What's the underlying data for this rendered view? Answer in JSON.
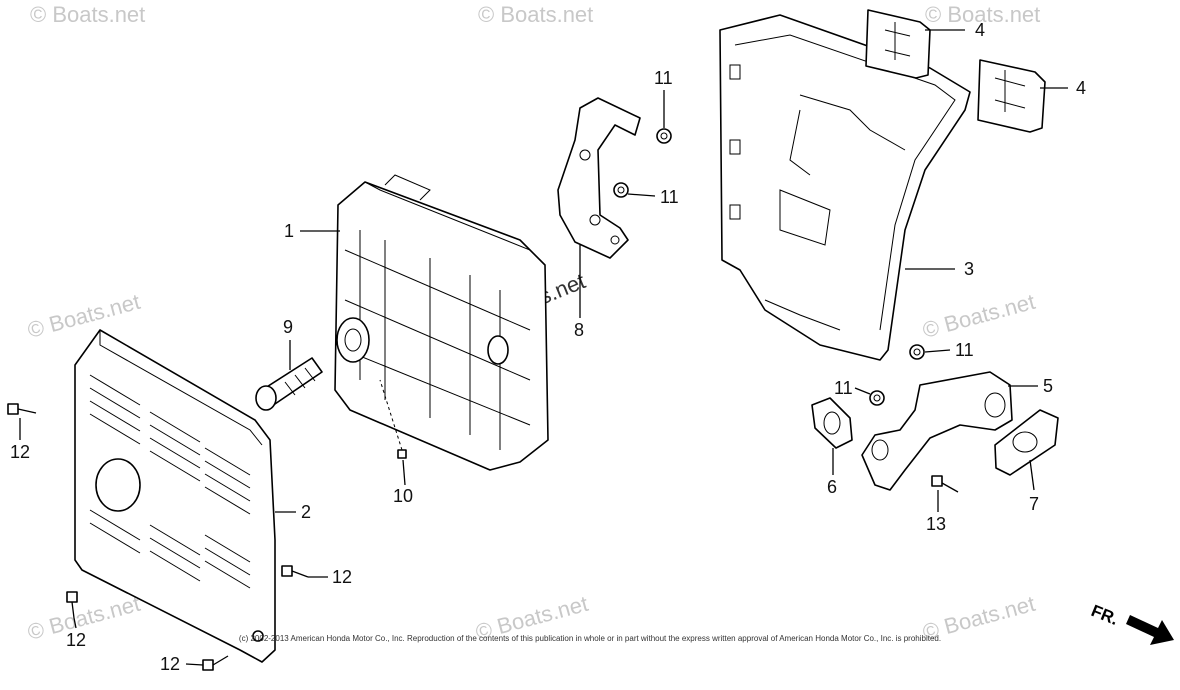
{
  "watermark": "© Boats.net",
  "diagram_watermark": "© Boats.net",
  "copyright": "(c) 2002-2013 American Honda Motor Co., Inc. Reproduction of the contents of this publication in whole or in part without the express written approval of American Honda Motor Co., Inc. is prohibited.",
  "direction_label": "FR.",
  "callouts": {
    "p1": "1",
    "p2": "2",
    "p3": "3",
    "p4a": "4",
    "p4b": "4",
    "p5": "5",
    "p6": "6",
    "p7": "7",
    "p8": "8",
    "p9": "9",
    "p10": "10",
    "p11a": "11",
    "p11b": "11",
    "p11c": "11",
    "p11d": "11",
    "p12a": "12",
    "p12b": "12",
    "p12c": "12",
    "p12d": "12",
    "p13": "13"
  }
}
